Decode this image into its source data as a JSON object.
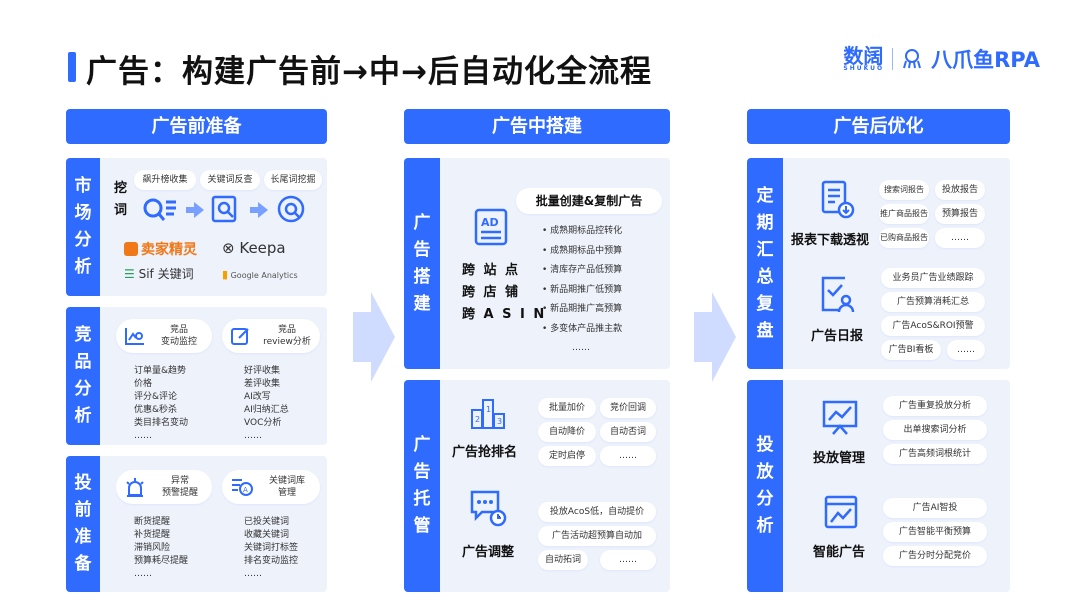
{
  "header": {
    "title": "广告：构建广告前→中→后自动化全流程"
  },
  "brand": {
    "shukuo": "数阔",
    "shukuo_sub": "SHUKUO",
    "rpa": "八爪鱼RPA"
  },
  "columns": {
    "pre": "广告前准备",
    "mid": "广告中搭建",
    "post": "广告后优化"
  },
  "pre": {
    "market": {
      "side": "市场分析",
      "dig": "挖词",
      "tags": [
        "飙升榜收集",
        "关键词反查",
        "长尾词挖掘"
      ],
      "logos": {
        "maijia": "卖家精灵",
        "keepa": "Keepa",
        "sif": "Sif 关键词",
        "ga": "Google Analytics"
      }
    },
    "compete": {
      "side": "竞品分析",
      "card1": "竞品\n变动监控",
      "card1_a": "竞品",
      "card1_b": "变动监控",
      "card2_a": "竞品",
      "card2_b": "review分析",
      "list1": [
        "订单量&趋势",
        "价格",
        "评分&评论",
        "优惠&秒杀",
        "类目排名变动",
        "……"
      ],
      "list2": [
        "好评收集",
        "差评收集",
        "AI改写",
        "AI归纳汇总",
        "VOC分析",
        "……"
      ]
    },
    "prep": {
      "side": "投前准备",
      "card1_a": "异常",
      "card1_b": "预警提醒",
      "card2_a": "关键词库",
      "card2_b": "管理",
      "list1": [
        "断货提醒",
        "补货提醒",
        "滞销风险",
        "预算耗尽提醒",
        "……"
      ],
      "list2": [
        "已投关键词",
        "收藏关键词",
        "关键词打标签",
        "排名变动监控",
        "……"
      ]
    }
  },
  "mid": {
    "build": {
      "side": "广告搭建",
      "headline": "批量创建&复制广告",
      "cross": [
        "跨 站 点",
        "跨 店 铺",
        "跨 A S I N"
      ],
      "items": [
        "成熟期标品控转化",
        "成熟期标品中预算",
        "清库存产品低预算",
        "新品期推广低预算",
        "新品期推广高预算",
        "多变体产品推主款",
        "……"
      ]
    },
    "host": {
      "side": "广告托管",
      "rank_label": "广告抢排名",
      "rank_tags": [
        "批量加价",
        "竞价回调",
        "自动降价",
        "自动否词",
        "定时启停",
        "……"
      ],
      "adjust_label": "广告调整",
      "adjust_tags": [
        "投放AcoS低，自动提价",
        "广告活动超预算自动加",
        "自动拓词",
        "……"
      ]
    }
  },
  "post": {
    "report": {
      "side": "定期汇总复盘",
      "download_label": "报表下载透视",
      "download_tags": [
        "搜索词报告",
        "投放报告",
        "推广商品报告",
        "预算报告",
        "已购商品报告",
        "……"
      ],
      "daily_label": "广告日报",
      "daily_tags": [
        "业务员广告业绩跟踪",
        "广告预算消耗汇总",
        "广告AcoS&ROI预警",
        "广告BI看板",
        "……"
      ]
    },
    "analysis": {
      "side": "投放分析",
      "manage_label": "投放管理",
      "manage_tags": [
        "广告重复投放分析",
        "出单搜索词分析",
        "广告高频词根统计"
      ],
      "smart_label": "智能广告",
      "smart_tags": [
        "广告AI智投",
        "广告智能平衡预算",
        "广告分时分配竞价"
      ]
    }
  },
  "colors": {
    "accent": "#2f6bff",
    "panel": "#eef2fb",
    "arrow": "#cfdcff"
  }
}
